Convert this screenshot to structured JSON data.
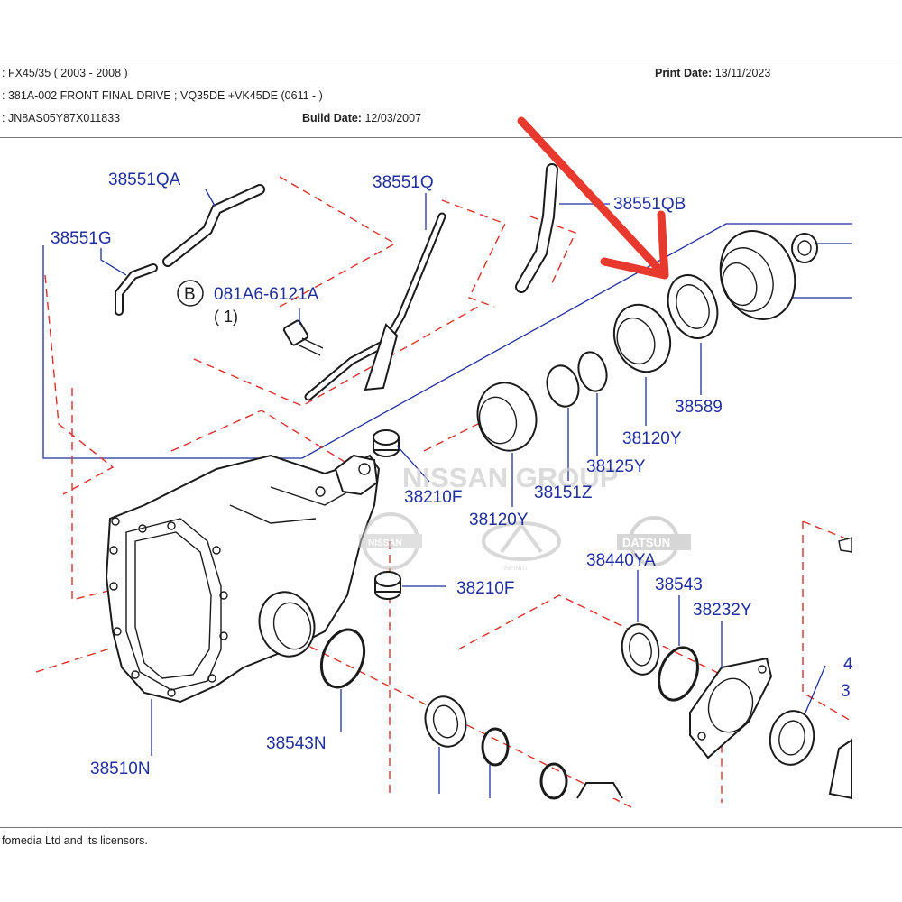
{
  "header": {
    "model_label": ": FX45/35 ( 2003 - 2008 )",
    "group_label": ": 381A-002 FRONT FINAL DRIVE ; VQ35DE +VK45DE (0611 - )",
    "vin_label": ": JN8AS05Y87X011833",
    "print_date_label": "Print Date:",
    "print_date_value": "13/11/2023",
    "build_date_label": "Build Date:",
    "build_date_value": "12/03/2007"
  },
  "diagram": {
    "watermark": "NISSAN GROUP",
    "brand_logos": [
      "NISSAN",
      "INFINITI",
      "DATSUN"
    ],
    "callout_letter": "B",
    "qty_note": "( 1)",
    "part_labels": {
      "p38551QA": "38551QA",
      "p38551G": "38551G",
      "p38551Q": "38551Q",
      "p38551QB": "38551QB",
      "p081A6": "081A6-6121A",
      "p38589": "38589",
      "p38120Y_a": "38120Y",
      "p38125Y": "38125Y",
      "p38151Z": "38151Z",
      "p38120Y_b": "38120Y",
      "p38210F_a": "38210F",
      "p38210F_b": "38210F",
      "p38440YA": "38440YA",
      "p38543": "38543",
      "p38232Y": "38232Y",
      "p38543N": "38543N",
      "p38510N": "38510N",
      "edge_4": "4",
      "edge_3": "3"
    },
    "colors": {
      "label_blue": "#1f2f9e",
      "dash_red": "#d9302a",
      "arrow_red": "#e8392e"
    }
  },
  "footer": {
    "copyright": "fomedia Ltd and its licensors."
  }
}
